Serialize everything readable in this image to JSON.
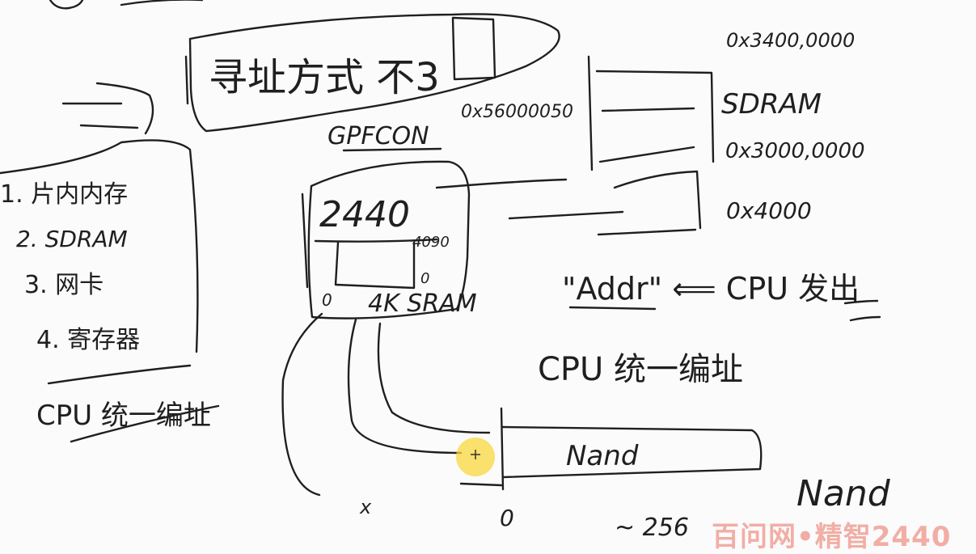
{
  "title_box": {
    "text": "寻址方式 不3"
  },
  "register_label": "GPFCON",
  "register_addr": "0x56000050",
  "memory_map": {
    "top_addr": "0x3400,0000",
    "sdram_label": "SDRAM",
    "sdram_base": "0x3000,0000",
    "sram_end": "0x4000"
  },
  "cpu_note": "\"Addr\" ⟸ CPU 发出",
  "unified_addr": "CPU 统一编址",
  "left_list": {
    "items": [
      "1. 片内内存",
      "2. SDRAM",
      "3. 网卡",
      "4. 寄存器"
    ],
    "footer": "CPU 统一编址"
  },
  "chip": {
    "name": "2440",
    "sram_label": "4K SRAM",
    "addr_top": "4090",
    "addr_zero_right": "0",
    "addr_zero_left": "0"
  },
  "nand": {
    "box_label": "Nand",
    "side_label": "Nand",
    "x_label": "x",
    "zero_label": "0",
    "range_label": "~ 256"
  },
  "watermark": "百问网•精智2440"
}
